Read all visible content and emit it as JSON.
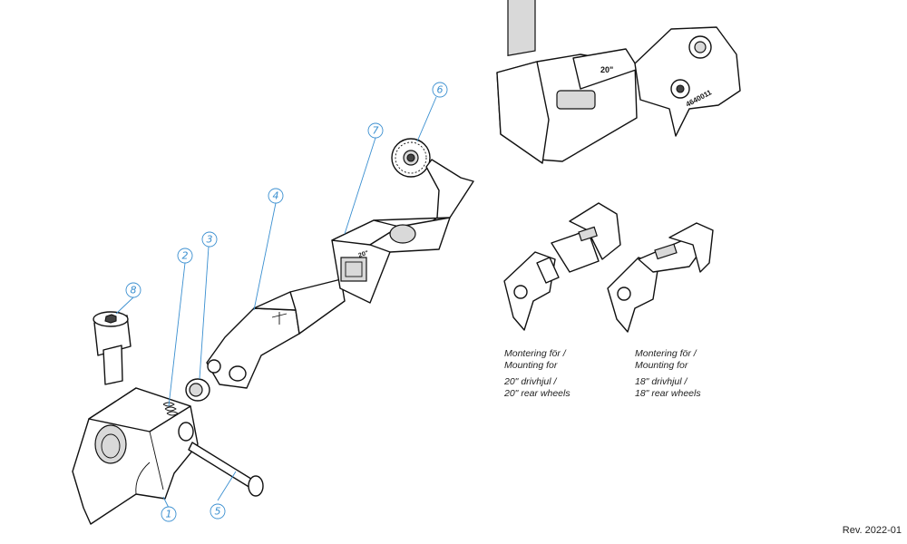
{
  "callouts": [
    "1",
    "2",
    "3",
    "4",
    "5",
    "6",
    "7",
    "8"
  ],
  "part_marking": {
    "size_mark": "20\"",
    "part_number": "4640011"
  },
  "captions": {
    "left": [
      "Montering för /",
      "Mounting for",
      "20\" drivhjul /",
      "20\" rear wheels"
    ],
    "right": [
      "Montering för /",
      "Mounting for",
      "18\" drivhjul /",
      "18\" rear wheels"
    ]
  },
  "revision": "Rev. 2022-01",
  "colors": {
    "callout": "#3a8fd0",
    "line": "#111111",
    "shade": "#d9d9d9"
  }
}
